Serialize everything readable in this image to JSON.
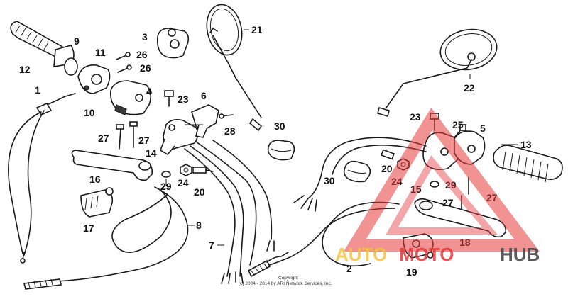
{
  "callouts": [
    "1",
    "2",
    "3",
    "4",
    "5",
    "6",
    "7",
    "8",
    "9",
    "10",
    "11",
    "12",
    "13",
    "14",
    "15",
    "16",
    "17",
    "18",
    "19",
    "20",
    "20",
    "21",
    "22",
    "23",
    "23",
    "24",
    "24",
    "25",
    "26",
    "26",
    "27",
    "27",
    "27",
    "27",
    "28",
    "29",
    "29",
    "30",
    "30"
  ],
  "copyright": {
    "line1": "Copyright",
    "line2": "(c) 2004 - 2014 by ARI Network Services, Inc."
  },
  "watermark": {
    "part1": "AUTO",
    "part2": "MOTO",
    "part3": "HUB",
    "color_red": "#e5383b",
    "color_yellow": "#f5c242",
    "color_grey": "#4a4a4a"
  }
}
